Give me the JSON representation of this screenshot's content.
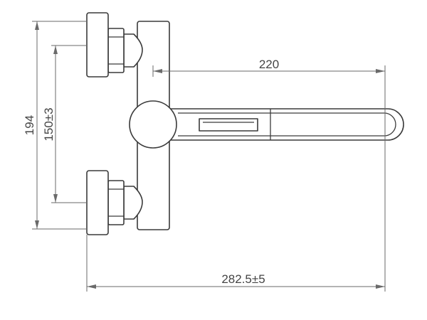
{
  "dimensions": {
    "spout_length": "220",
    "overall_width": "282.5±5",
    "overall_height": "194",
    "inlet_spacing": "150±3"
  },
  "colors": {
    "line": "#3a3a3a",
    "dimension": "#6a6a6a",
    "background": "#ffffff"
  }
}
